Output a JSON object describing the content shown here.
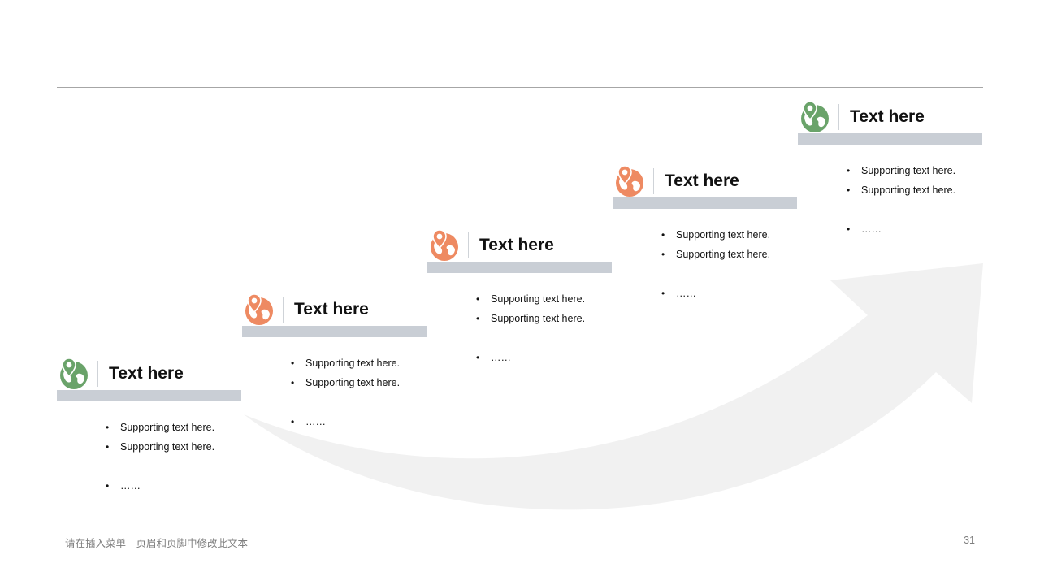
{
  "colors": {
    "bar": "#c9ced5",
    "green": "#6aa36a",
    "orange": "#ee8a62",
    "rule": "#a6a6a6",
    "arrow": "#efefef"
  },
  "steps": [
    {
      "title": "Text here",
      "icon": "globe-pin-icon",
      "color": "#6aa36a",
      "bullets": [
        "Supporting text here.",
        "Supporting text here.",
        "……"
      ]
    },
    {
      "title": "Text here",
      "icon": "globe-pin-icon",
      "color": "#ee8a62",
      "bullets": [
        "Supporting text here.",
        "Supporting text here.",
        "……"
      ]
    },
    {
      "title": "Text here",
      "icon": "globe-pin-icon",
      "color": "#ee8a62",
      "bullets": [
        "Supporting text here.",
        "Supporting text here.",
        "……"
      ]
    },
    {
      "title": "Text here",
      "icon": "globe-pin-icon",
      "color": "#ee8a62",
      "bullets": [
        "Supporting text here.",
        "Supporting text here.",
        "……"
      ]
    },
    {
      "title": "Text here",
      "icon": "globe-pin-icon",
      "color": "#6aa36a",
      "bullets": [
        "Supporting text here.",
        "Supporting text here.",
        "……"
      ]
    }
  ],
  "footer": {
    "text": "请在插入菜单—页眉和页脚中修改此文本",
    "page": "31"
  }
}
